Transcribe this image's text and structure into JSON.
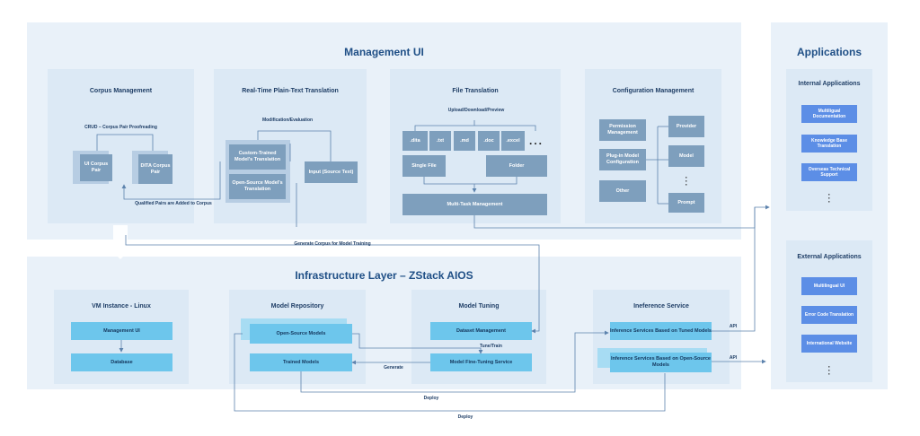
{
  "management": {
    "title": "Management UI",
    "corpus": {
      "title": "Corpus Management",
      "crud_label": "CRUD – Corpus Pair Proofreading",
      "ui_pair": "UI Corpus Pair",
      "dita_pair": "DITA Corpus Pair",
      "qualified_label": "Qualified  Pairs are Added to Corpus"
    },
    "realtime": {
      "title": "Real-Time Plain-Text Translation",
      "mod_label": "Modification/Evaluation",
      "custom": "Custom-Trained Model's Translation",
      "opensource": "Open-Source Model's Translation",
      "input": "Input (Source Text)"
    },
    "file": {
      "title": "File Translation",
      "upload_label": "Upload/Download/Preview",
      "formats": [
        ".dita",
        ".txt",
        ".md",
        ".doc",
        ".excel"
      ],
      "ellipsis": "...",
      "single": "Single File",
      "folder": "Folder",
      "multi": "Multi-Task Management"
    },
    "config": {
      "title": "Configuration Management",
      "permission": "Permission Management",
      "plugin": "Plug-in Model Configuration",
      "other": "Other",
      "provider": "Provider",
      "model": "Model",
      "prompt": "Prompt"
    }
  },
  "connectors": {
    "generate_corpus": "Generate Corpus for Model Training",
    "tune_train": "Tune/Train",
    "generate": "Generate",
    "deploy1": "Deploy",
    "deploy2": "Deploy",
    "api1": "API",
    "api2": "API"
  },
  "infra": {
    "title": "Infrastructure Layer – ZStack AIOS",
    "vm": {
      "title": "VM Instance - Linux",
      "mgmt": "Management UI",
      "db": "Database"
    },
    "repo": {
      "title": "Model Repository",
      "open": "Open-Source Models",
      "trained": "Trained Models"
    },
    "tuning": {
      "title": "Model Tuning",
      "dataset": "Dataset Management",
      "finetune": "Model Fine-Tuning Service"
    },
    "inference": {
      "title": "Ineference Service",
      "tuned": "Inference Services Based on Tuned Models",
      "open": "Inference Services Based on Open-Source Models"
    }
  },
  "applications": {
    "title": "Applications",
    "internal": {
      "title": "Internal Applications",
      "items": [
        "Multiligual Documentation",
        "Knowledge Base Translation",
        "Overseas Technical Support"
      ]
    },
    "external": {
      "title": "External Applications",
      "items": [
        "Multilingual UI",
        "Error Code Translation",
        "International Website"
      ]
    }
  }
}
